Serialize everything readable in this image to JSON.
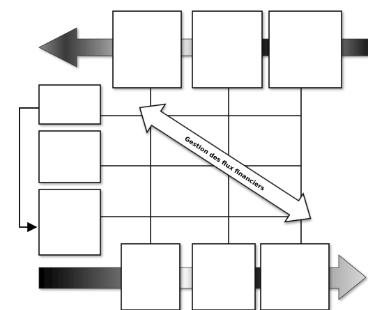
{
  "diagram": {
    "caption": "Gestion des flux financiers",
    "colors": {
      "line": "#000000",
      "box_fill": "#ffffff",
      "box_stroke": "#111111",
      "arrow_dark": "#000000",
      "arrow_mid": "#6f6f6f",
      "arrow_light": "#f2f2f2"
    },
    "top_row_boxes": [
      "",
      "",
      ""
    ],
    "bottom_row_boxes": [
      "",
      "",
      ""
    ],
    "left_column_boxes": [
      "",
      "",
      ""
    ],
    "flows": {
      "top_flow_direction": "left",
      "bottom_flow_direction": "right",
      "diagonal_flow": "bidirectional",
      "left_connector": "from top-left box to bottom-left box"
    }
  }
}
